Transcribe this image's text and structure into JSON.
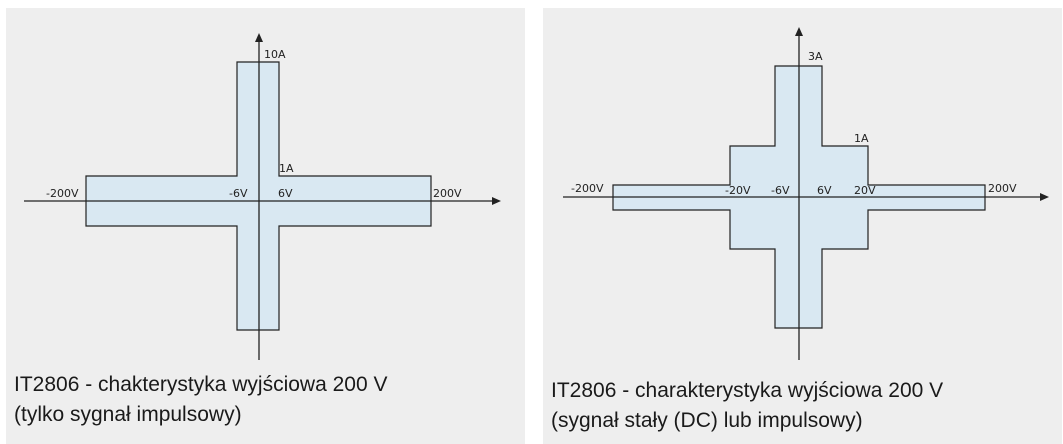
{
  "left": {
    "labels": {
      "i_max": "10A",
      "i_small": "1A",
      "v_neg_max": "-200V",
      "v_neg_small": "-6V",
      "v_pos_small": "6V",
      "v_pos_max": "200V"
    },
    "caption_line1": "IT2806 - chakterystyka wyjściowa 200 V",
    "caption_line2": "(tylko sygnał impulsowy)"
  },
  "right": {
    "labels": {
      "i_max": "3A",
      "i_small": "1A",
      "v_neg_max": "-200V",
      "v_neg_mid": "-20V",
      "v_neg_small": "-6V",
      "v_pos_small": "6V",
      "v_pos_mid": "20V",
      "v_pos_max": "200V"
    },
    "caption_line1": "IT2806 - charakterystyka wyjściowa 200 V",
    "caption_line2": "(sygnał stały (DC) lub impulsowy)"
  }
}
